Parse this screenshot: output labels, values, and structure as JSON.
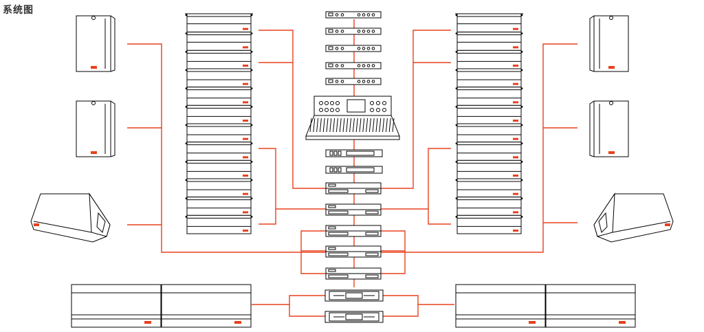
{
  "page": {
    "title": "系统图"
  },
  "colors": {
    "connection_line": "#e8401c",
    "equipment_outline": "#000000",
    "brand_badge": "#e8401c",
    "background": "#ffffff"
  },
  "components": {
    "left_full_range_speakers": 2,
    "right_full_range_speakers": 2,
    "floor_monitors": 2,
    "line_array_columns": 2,
    "line_array_cabinets_per_column": 12,
    "outboard_rack_units": 5,
    "mixing_consoles": 1,
    "signal_processors": 2,
    "power_amplifiers": 5,
    "subwoofer_amplifiers": 2,
    "subwoofer_groups": 2,
    "subwoofers_per_group": 2
  }
}
